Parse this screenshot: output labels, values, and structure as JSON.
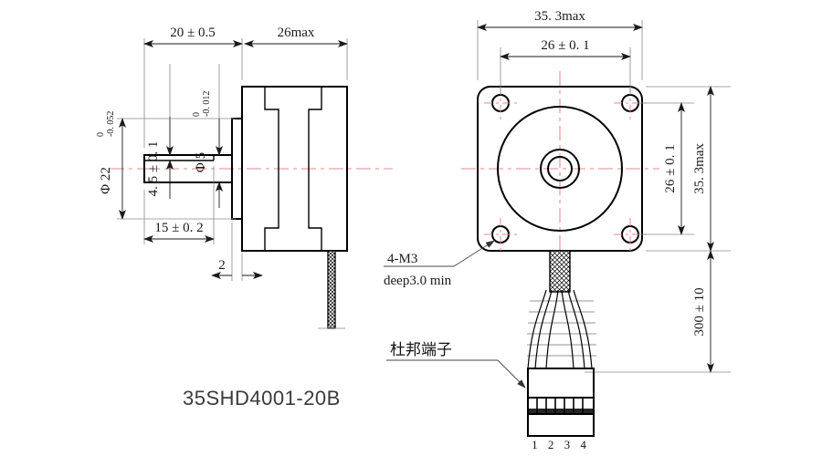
{
  "drawing": {
    "part_number": "35SHD4001-20B",
    "title_note_cjk": "杜邦端子",
    "thread_note_line1": "4-M3",
    "thread_note_line2": "deep3.0 min",
    "pin_labels": "1 2 3 4"
  },
  "side_view": {
    "dim_shaft_length": "20 ± 0.5",
    "dim_body_length": "26max",
    "dim_flat_width": "4. 5 ± 0. 1",
    "dim_shaft_dia": "Φ 5",
    "dim_shaft_dia_tol_up": "0",
    "dim_shaft_dia_tol_lo": "-0. 012",
    "dim_pilot_dia": "Φ 22",
    "dim_pilot_dia_tol_up": "0",
    "dim_pilot_dia_tol_lo": "-0. 052",
    "dim_flat_length": "15 ± 0. 2",
    "dim_boss_height": "2"
  },
  "front_view": {
    "dim_width_max": "35. 3max",
    "dim_hole_pitch_h": "26 ± 0. 1",
    "dim_hole_pitch_v": "26 ± 0. 1",
    "dim_height_max": "35. 3max",
    "dim_lead_length": "300 ± 10"
  },
  "colors": {
    "outline": "#000000",
    "centerline": "#e8888c",
    "extension": "#8a8a8a",
    "text": "#1a1a1a",
    "partno": "#3a3a3a"
  }
}
